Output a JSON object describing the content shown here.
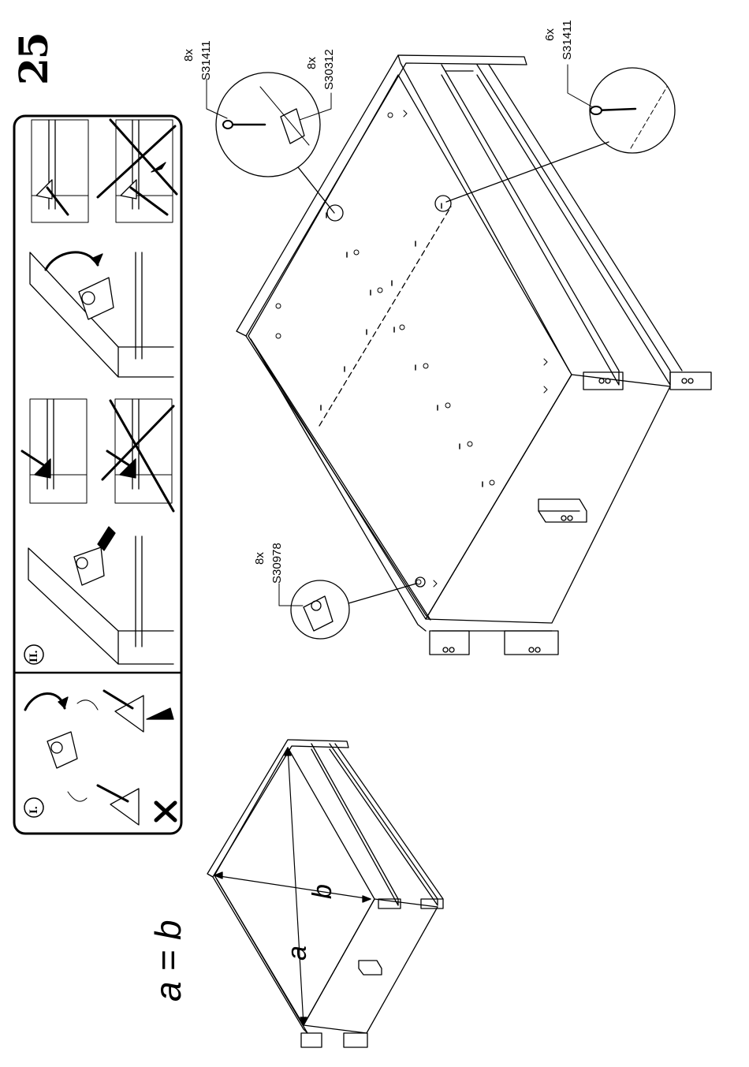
{
  "step": {
    "number": "25"
  },
  "formula": "a = b",
  "measure_labels": {
    "a": "a",
    "b": "b"
  },
  "panel": {
    "section_i": "I.",
    "section_ii": "II."
  },
  "callouts": [
    {
      "qty": "8x",
      "code": "S31411"
    },
    {
      "qty": "8x",
      "code": "S30312"
    },
    {
      "qty": "6x",
      "code": "S31411"
    },
    {
      "qty": "8x",
      "code": "S30978"
    }
  ],
  "icons": [
    "step-number",
    "instruction-panel",
    "screw",
    "corner-bracket",
    "screwdriver-rotate",
    "correct-mark",
    "wrong-mark",
    "drawer-frame"
  ]
}
